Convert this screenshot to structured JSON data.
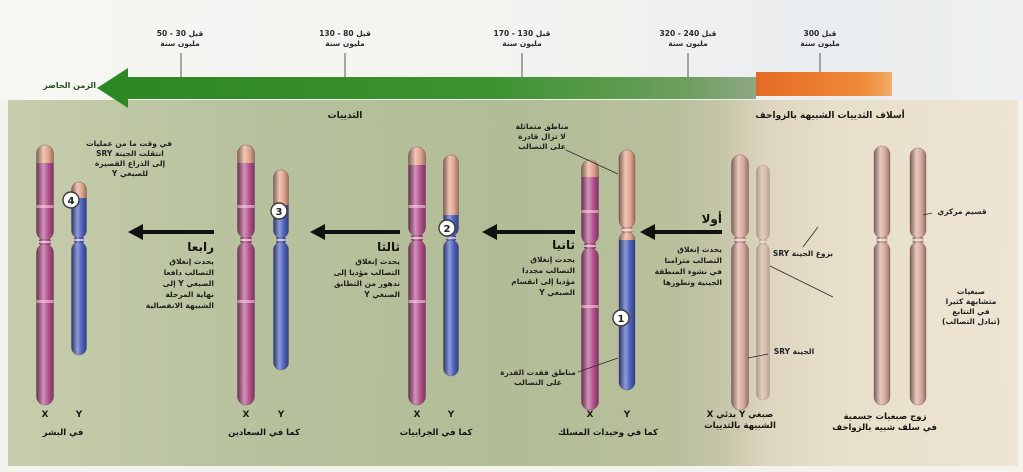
{
  "timeline": {
    "present_label": "الزمن الحاضر",
    "markers": [
      {
        "line1": "قبل 30 - 50",
        "line2": "مليون سنة"
      },
      {
        "line1": "قبل 80 - 130",
        "line2": "مليون سنة"
      },
      {
        "line1": "قبل 130 - 170",
        "line2": "مليون سنة"
      },
      {
        "line1": "قبل 240 - 320",
        "line2": "مليون سنة"
      },
      {
        "line1": "قبل 300",
        "line2": "مليون سنة"
      }
    ]
  },
  "headers": {
    "mammals": "الثدييات",
    "ancestors": "أسلاف الثدييات الشبيهة بالزواحف"
  },
  "stages": [
    {
      "title": "أولا",
      "lines": [
        "يحدث إنغلاق",
        "التصالب متزامنا",
        "في نشوء المنطقة",
        "الجينية وتطورها"
      ]
    },
    {
      "title": "ثانيا",
      "lines": [
        "يحدث إنغلاق",
        "التصالب مجددا",
        "مؤديا إلى انقسام",
        "الصبغي Y"
      ]
    },
    {
      "title": "ثالثا",
      "lines": [
        "يحدث إنغلاق",
        "التصالب مؤديا إلى",
        "تدهور من التطابق",
        "الصبغي Y"
      ]
    },
    {
      "title": "رابعا",
      "lines": [
        "يحدث إنغلاق",
        "التصالب دافعا",
        "الصبغي Y إلى",
        "نهاية المرحلة",
        "الشبيهة الانفصالية"
      ]
    }
  ],
  "annotations": {
    "sry_transfer": [
      "في وقت ما من عمليات",
      "انتقلت الجينة SRY",
      "إلى الذراع القصيرة",
      "للصبغي Y"
    ],
    "homologous_regions": [
      "مناطق متماثلة",
      "لا تزال قادرة",
      "على التصالب"
    ],
    "lost_regions": [
      "مناطق فقدت القدرة",
      "على التصالب"
    ],
    "sry_gene": "الجينة SRY",
    "sry_emergence": "بزوغ الجينة SRY",
    "centromere": "قسيم مركزي",
    "similar_chromosomes": [
      "صبغيات",
      "متشابهة كثيرا",
      "في التتابع",
      "(تبادل التصالب)"
    ]
  },
  "markers": [
    "1",
    "2",
    "3",
    "4"
  ],
  "pairs": [
    {
      "letters": [
        "X",
        "Y"
      ],
      "caption": "في البشر"
    },
    {
      "letters": [
        "X",
        "Y"
      ],
      "caption": "كما في السعادين"
    },
    {
      "letters": [
        "X",
        "Y"
      ],
      "caption": "كما في الجرابيات"
    },
    {
      "letters": [
        "X",
        "Y"
      ],
      "caption": "كما في وحيدات المسلك"
    }
  ],
  "proto_pair": {
    "line1": "صبغي Y بدئي X",
    "line2": "الشبيهة بالثدييات"
  },
  "ancestor_pair": {
    "line1": "زوج صبغيات جسمية",
    "line2": "في سلف شبيه بالزواحف"
  },
  "colors": {
    "x_chromosome": "#b4508e",
    "y_chromosome": "#4b5fbe",
    "pseudoautosomal_tip": "#e3a48c",
    "ancestral_chromosome": "#d7a99a"
  }
}
